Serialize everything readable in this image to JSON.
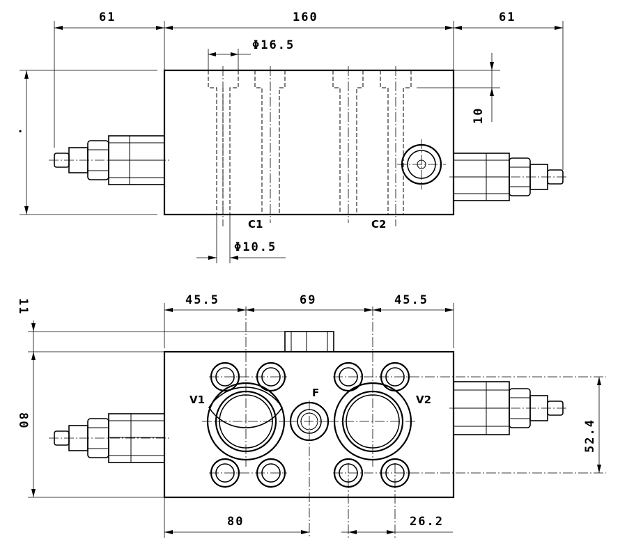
{
  "top_view": {
    "dim_left_cartridge": "61",
    "dim_body_length": "160",
    "dim_right_cartridge": "61",
    "dim_port_counterbore": "Φ16.5",
    "dim_counterbore_depth": "10",
    "dim_port_bore": "Φ10.5",
    "port_c1": "C1",
    "port_c2": "C2"
  },
  "bottom_view": {
    "dim_left_offset": "45.5",
    "dim_port_spacing": "69",
    "dim_right_offset": "45.5",
    "dim_height": "80",
    "dim_boss_height": "11",
    "dim_flange_pitch": "52.4",
    "dim_f_port_offset": "80",
    "dim_bolt_offset": "26.2",
    "port_v1": "V1",
    "port_v2": "V2",
    "port_f": "F"
  }
}
